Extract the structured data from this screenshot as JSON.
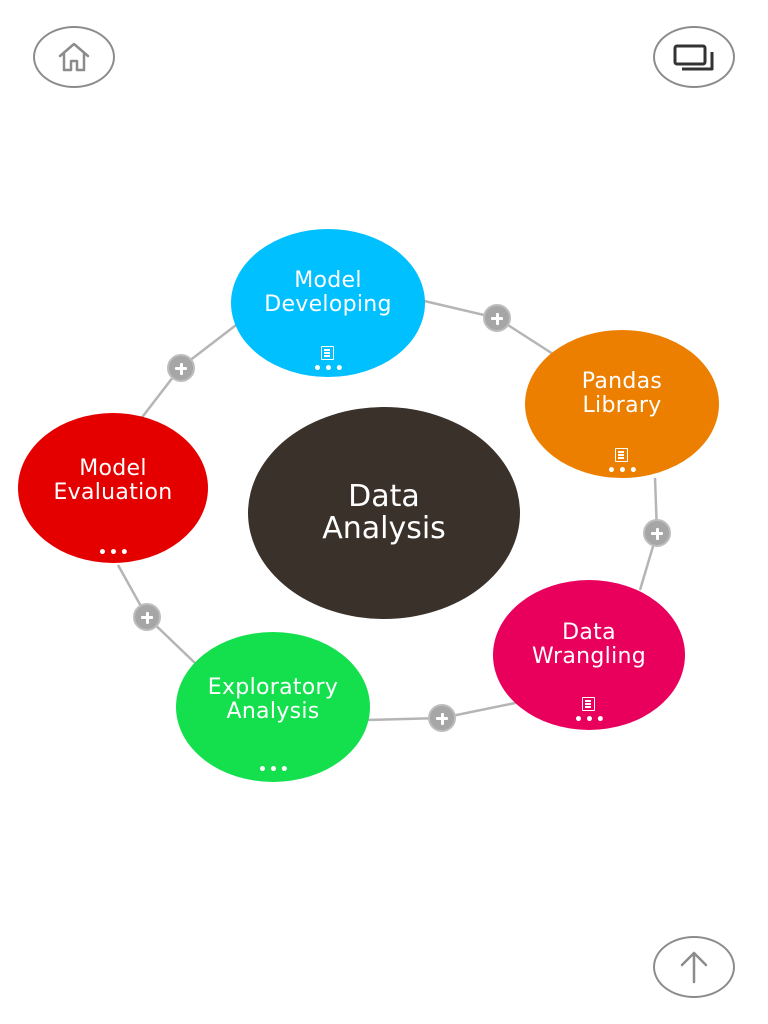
{
  "nav": {
    "home_icon": "home-icon",
    "windows_icon": "windows-icon",
    "scroll_top_icon": "arrow-up-icon"
  },
  "center": {
    "line1": "Data",
    "line2": "Analysis",
    "color": "#3a312b"
  },
  "ring_color": "#b5b5b5",
  "plus_color": "#a6a6a6",
  "nodes": [
    {
      "line1": "Model",
      "line2": "Developing",
      "color": "#00c0ff",
      "has_doc": true
    },
    {
      "line1": "Pandas",
      "line2": "Library",
      "color": "#ec7f00",
      "has_doc": true
    },
    {
      "line1": "Data",
      "line2": "Wrangling",
      "color": "#e8005c",
      "has_doc": true
    },
    {
      "line1": "Exploratory",
      "line2": "Analysis",
      "color": "#14e04e",
      "has_doc": false
    },
    {
      "line1": "Model",
      "line2": "Evaluation",
      "color": "#e50000",
      "has_doc": false
    }
  ],
  "more_dots": "•••"
}
